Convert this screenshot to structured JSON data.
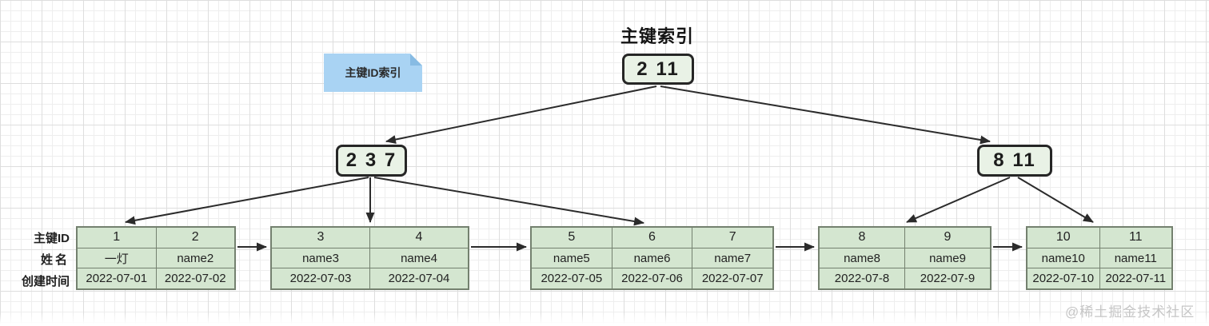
{
  "title": "主键索引",
  "note": {
    "label": "主键ID索引"
  },
  "tree": {
    "root": "2 11",
    "internal_left": "2 3 7",
    "internal_right": "8 11"
  },
  "row_labels": {
    "id": "主键ID",
    "name": "姓名",
    "created": "创建时间"
  },
  "leaf_tables": [
    {
      "ids": [
        "1",
        "2"
      ],
      "names": [
        "一灯",
        "name2"
      ],
      "dates": [
        "2022-07-01",
        "2022-07-02"
      ]
    },
    {
      "ids": [
        "3",
        "4"
      ],
      "names": [
        "name3",
        "name4"
      ],
      "dates": [
        "2022-07-03",
        "2022-07-04"
      ]
    },
    {
      "ids": [
        "5",
        "6",
        "7"
      ],
      "names": [
        "name5",
        "name6",
        "name7"
      ],
      "dates": [
        "2022-07-05",
        "2022-07-06",
        "2022-07-07"
      ]
    },
    {
      "ids": [
        "8",
        "9"
      ],
      "names": [
        "name8",
        "name9"
      ],
      "dates": [
        "2022-07-8",
        "2022-07-9"
      ]
    },
    {
      "ids": [
        "10",
        "11"
      ],
      "names": [
        "name10",
        "name11"
      ],
      "dates": [
        "2022-07-10",
        "2022-07-11"
      ]
    }
  ],
  "watermark": "@稀土掘金技术社区",
  "colors": {
    "node_fill": "#e9f2e6",
    "node_border": "#262626",
    "table_fill": "#d4e6d0",
    "table_border": "#74816f",
    "note_fill": "#a9d3f3",
    "note_fold": "#87bbe3",
    "arrow": "#2b2b2b",
    "watermark": "#c6c6c6"
  }
}
